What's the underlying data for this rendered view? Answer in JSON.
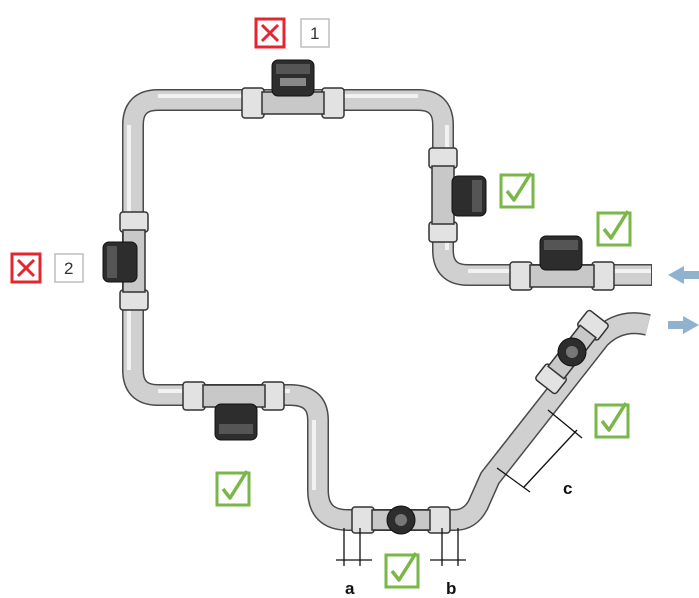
{
  "badges": {
    "top_number": "1",
    "left_number": "2"
  },
  "dimension_labels": {
    "a": "a",
    "b": "b",
    "c": "c"
  },
  "colors": {
    "ok_green": "#7ab648",
    "error_red": "#e3262f",
    "number_box_border": "#bdbdbd",
    "arrow_blue": "#8fb2cf",
    "pipe_fill": "#d4d4d4",
    "pipe_stroke": "#444444"
  },
  "icons": {
    "ok": "check-icon",
    "error": "x-icon",
    "flow_in": "arrow-left-icon",
    "flow_out": "arrow-right-icon"
  }
}
